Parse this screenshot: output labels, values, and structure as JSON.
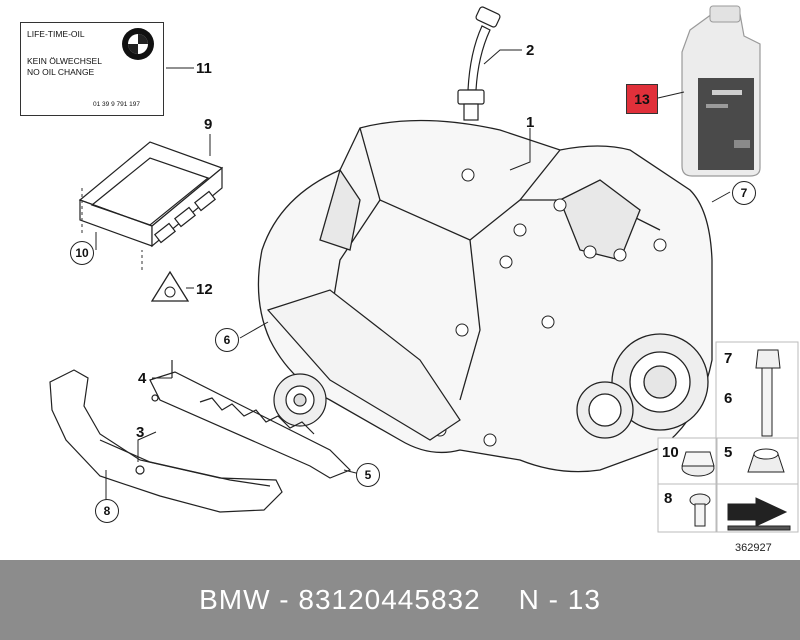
{
  "oil_label": {
    "line1": "LIFE-TIME-OIL",
    "line2": "KEIN ÖLWECHSEL",
    "line3": "NO OIL CHANGE",
    "part_code": "01 39 9 791 197"
  },
  "callouts": {
    "c1": "1",
    "c2": "2",
    "c3": "3",
    "c4": "4",
    "c5": "5",
    "c6": "6",
    "c7": "7",
    "c8": "8",
    "c9": "9",
    "c10": "10",
    "c11": "11",
    "c12": "12",
    "c13": "13"
  },
  "fastener_panel": {
    "bolt_num": "7",
    "bolt_num2": "6",
    "nut_flange_num": "10",
    "nut_lock_num": "5",
    "screw_num": "8"
  },
  "diagram_id": "362927",
  "footer": {
    "brand_part": "BMW - 83120445832",
    "position": "N - 13"
  },
  "colors": {
    "highlight": "#e0303a",
    "footer_bg": "#8c8c8c",
    "footer_text": "#ffffff"
  }
}
